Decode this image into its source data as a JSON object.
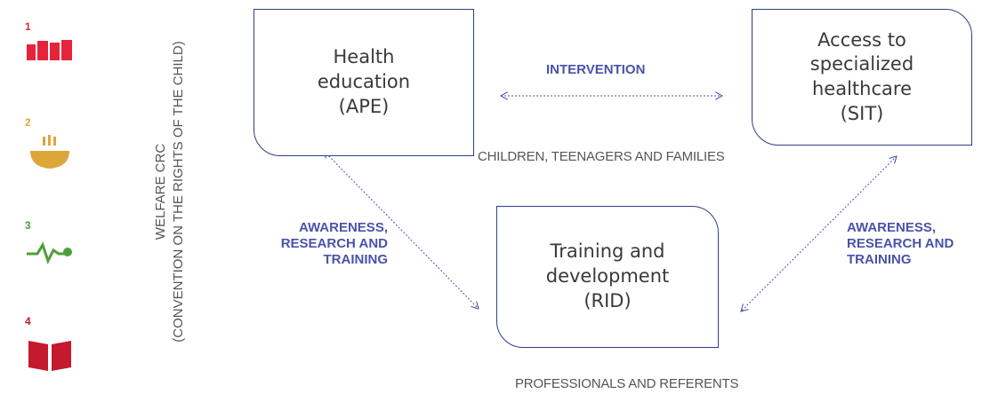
{
  "sidebar": {
    "goals": [
      {
        "number": "1",
        "color": "#e5243b",
        "icon": "no-poverty-icon"
      },
      {
        "number": "2",
        "color": "#dda63a",
        "icon": "zero-hunger-icon"
      },
      {
        "number": "3",
        "color": "#4c9f38",
        "icon": "good-health-icon"
      },
      {
        "number": "4",
        "color": "#c5192d",
        "icon": "quality-education-icon"
      }
    ]
  },
  "vertical_label": {
    "line1": "WELFARE CRC",
    "line2": "(CONVENTION ON THE RIGHTS OF THE CHILD)"
  },
  "diagram": {
    "box_ape": [
      "Health",
      "education",
      "(APE)"
    ],
    "box_sit": [
      "Access to",
      "specialized",
      "healthcare",
      "(SIT)"
    ],
    "box_rid": [
      "Training and",
      "development",
      "(RID)"
    ],
    "intervention": "INTERVENTION",
    "children": "CHILDREN, TEENAGERS AND FAMILIES",
    "left_awareness": [
      "AWARENESS,",
      "RESEARCH AND",
      "TRAINING"
    ],
    "right_awareness": [
      "AWARENESS,",
      "RESEARCH AND",
      "TRAINING"
    ],
    "professionals": "PROFESSIONALS AND REFERENTS"
  },
  "colors": {
    "accent": "#4a53a8",
    "border": "#2e3d8a"
  }
}
